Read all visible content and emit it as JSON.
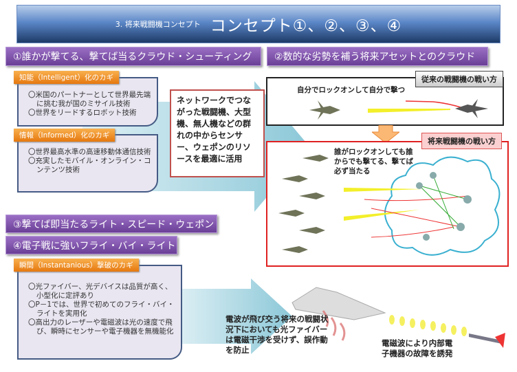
{
  "header": {
    "subtitle": "3. 将来戦闘機コンセプト",
    "title": "コンセプト①、②、③、④"
  },
  "concepts": [
    "①誰かが撃てる、撃てば当るクラウド・シューティング",
    "②数的な劣勢を補う将来アセットとのクラウド",
    "③撃てば即当たるライト・スピード・ウェポン",
    "④電子戦に強いフライ・バイ・ライト"
  ],
  "keys": {
    "intelligent": {
      "label": "知能（Intelligent）化のカギ",
      "items": [
        "〇米国のパートナーとして世界最先端に挑む我が国のミサイル技術",
        "〇世界をリードするロボット技術"
      ]
    },
    "informed": {
      "label": "情報（Informed）化のカギ",
      "items": [
        "〇世界最高水準の高速移動体通信技術",
        "〇充実したモバイル・オンライン・コンテンツ技術"
      ]
    },
    "instantaneous": {
      "label": "瞬間（Instantanious）撃破のカギ",
      "items": [
        "〇光ファイバー、光デバイスは品質が高く、小型化に定評あり",
        "〇P－1では、世界で初めてのフライ・バイ・ライトを実用化",
        "〇高出力のレーザーや電磁波は光の速度で飛び、瞬時にセンサーや電子機器を無機能化"
      ]
    }
  },
  "network_note": "ネットワークでつながった戦闘機、大型機、無人機などの群れの中からセンサー、ウェポンのリソースを最適に活用",
  "conventional": {
    "tag": "従来の戦闘機の戦い方",
    "caption": "自分でロックオンして自分で撃つ"
  },
  "future": {
    "tag": "将来戦闘機の戦い方",
    "caption": "誰がロックオンしても誰からでも撃てる、撃てば必ず当たる"
  },
  "fly_by_light_note": "電波が飛び交う将来の戦闘状況下においても光ファイバーは電磁干渉を受けず、誤作動を防止",
  "em_note": "電磁波により内部電子機器の故障を誘発"
}
